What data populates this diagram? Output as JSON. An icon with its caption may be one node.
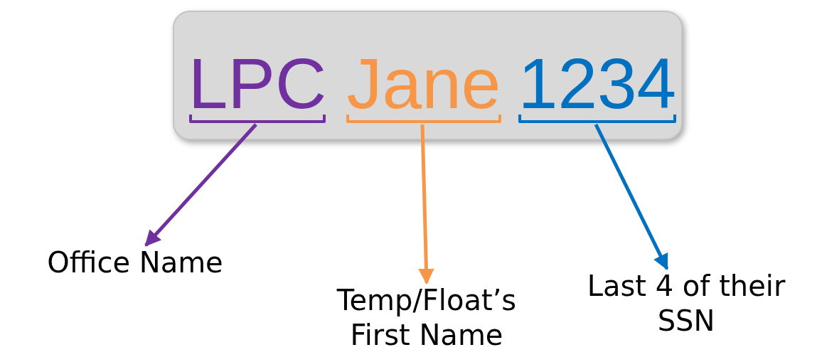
{
  "diagram": {
    "nodes": [
      {
        "text": [],
        "shape": "box"
      },
      {
        "text": [
          "LPC"
        ],
        "in": 0
      },
      {
        "text": [
          "Jane"
        ],
        "in": 0
      },
      {
        "text": [
          "1234"
        ],
        "in": 0
      },
      {
        "text": [
          "Office Name"
        ]
      },
      {
        "text": [
          "Temp/Float’s First Name"
        ]
      },
      {
        "text": [
          "Last 4 of their SSN"
        ]
      }
    ],
    "edges": [
      {
        "from": 1,
        "to": 4,
        "arrow": "to",
        "color": "#7030a0"
      },
      {
        "from": 2,
        "to": 5,
        "arrow": "to",
        "color": "#f79646"
      },
      {
        "from": 3,
        "to": 6,
        "arrow": "to",
        "color": "#0070c0"
      }
    ]
  }
}
